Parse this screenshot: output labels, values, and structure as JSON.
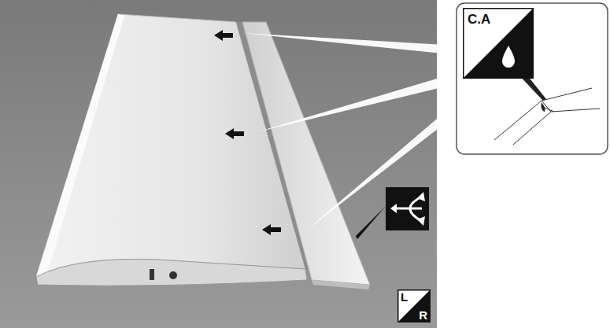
{
  "diagram": {
    "nodes": [
      {
        "text": [
          "C.A"
        ]
      },
      {
        "text": [
          "L",
          "R"
        ]
      }
    ]
  }
}
